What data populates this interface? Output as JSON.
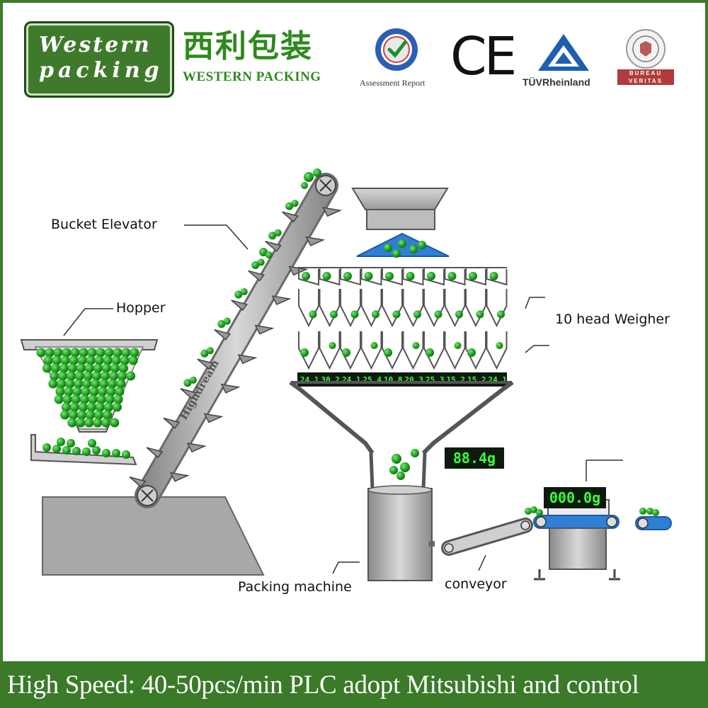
{
  "header": {
    "logo_line_1": "Western",
    "logo_line_2": "packing",
    "brand_cn": "西利包装",
    "brand_en": "WESTERN PACKING"
  },
  "certifications": {
    "assessment_label": "Assessment Report",
    "ce_mark": "CE",
    "tuv_label": "TÜVRheinland",
    "bv_label": "BUREAU VERITAS"
  },
  "diagram": {
    "labels": {
      "bucket_elevator": "Bucket Elevator",
      "hopper": "Hopper",
      "weigher": "10 head Weigher",
      "packing_machine": "Packing machine",
      "conveyor": "conveyor",
      "elevator_brand": "Highdream"
    },
    "displays": {
      "combination_weight": "88.4g",
      "checkweigher": "000.0g"
    },
    "head_readouts": [
      "24.1",
      "30.2",
      "24.1",
      "25.4",
      "10.8",
      "20.3",
      "25.3",
      "15.2",
      "15.2",
      "24.1"
    ],
    "colors": {
      "machine": "#a9a9a9",
      "product": "#1fa31f",
      "accent_blue": "#2f7fd6",
      "brand_green": "#3a7a28"
    }
  },
  "footer": {
    "text": "High Speed: 40-50pcs/min  PLC adopt Mitsubishi and control"
  }
}
